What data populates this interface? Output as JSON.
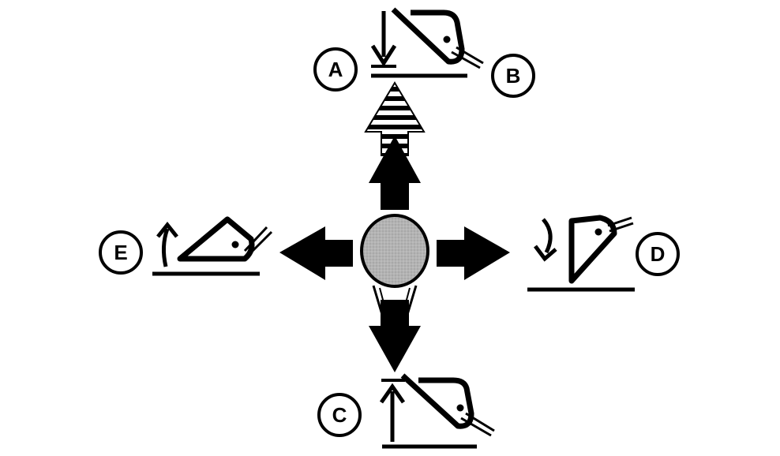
{
  "labels": {
    "a": "A",
    "b": "B",
    "c": "C",
    "d": "D",
    "e": "E"
  },
  "colors": {
    "ink": "#000000",
    "background": "#ffffff",
    "knob": "#b3b3b3"
  }
}
